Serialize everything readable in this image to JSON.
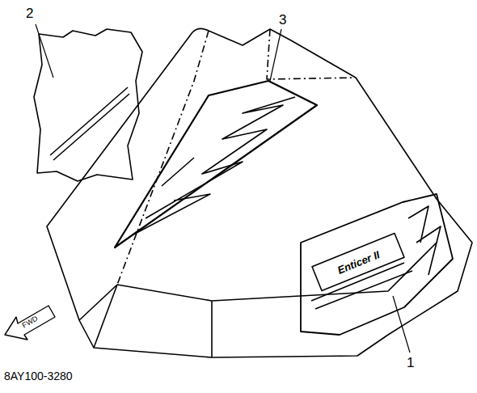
{
  "diagram": {
    "labels": [
      "2",
      "3",
      "1",
      "FWD",
      "Enticer II",
      "8AY100-3280"
    ]
  }
}
